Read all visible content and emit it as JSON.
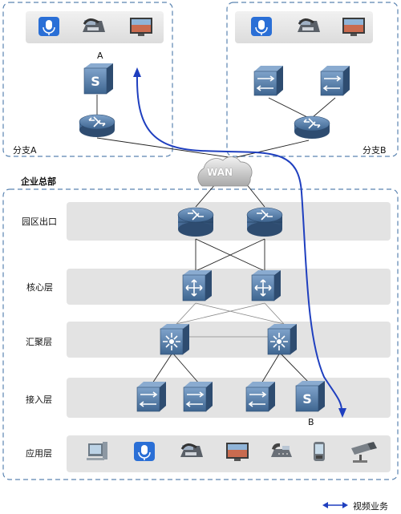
{
  "branch_a": {
    "label": "分支A",
    "device_marker": "A"
  },
  "branch_b": {
    "label": "分支B"
  },
  "wan": {
    "label": "WAN"
  },
  "hq": {
    "title": "企业总部"
  },
  "layers": [
    {
      "label": "园区出口"
    },
    {
      "label": "核心层"
    },
    {
      "label": "汇聚层"
    },
    {
      "label": "接入层"
    },
    {
      "label": "应用层"
    }
  ],
  "access_marker": "B",
  "legend": {
    "label": "视频业务"
  },
  "colors": {
    "frame_border": "#5b84b1",
    "layer_band": "#e3e3e3",
    "device_fill": "#4a6f9a",
    "video_path": "#1f3fbf",
    "link": "#222222"
  }
}
